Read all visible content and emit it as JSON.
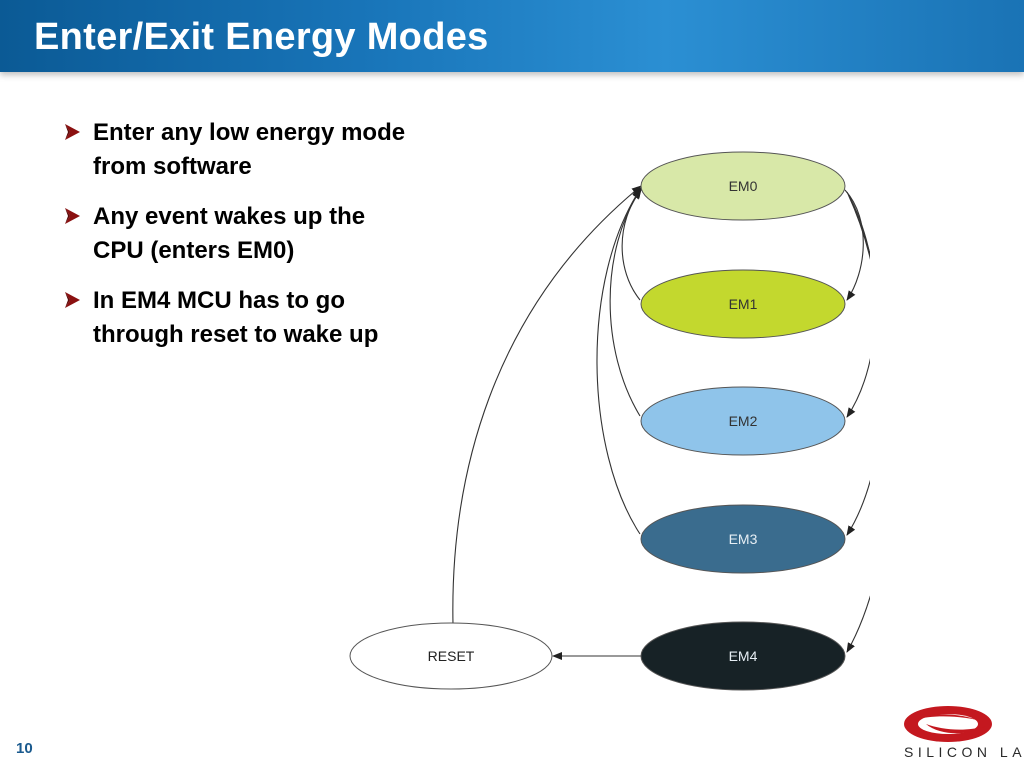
{
  "slide": {
    "title": "Enter/Exit Energy Modes",
    "page_number": "10"
  },
  "bullets": [
    {
      "text": "Enter any low energy mode from software"
    },
    {
      "text": "Any event wakes up the CPU (enters EM0)"
    },
    {
      "text": "In EM4 MCU has to go through reset to wake up"
    }
  ],
  "diagram": {
    "nodes": [
      {
        "id": "em0",
        "label": "EM0",
        "fill": "#d8e8a8",
        "text_color": "#333333"
      },
      {
        "id": "em1",
        "label": "EM1",
        "fill": "#c3d82e",
        "text_color": "#333333"
      },
      {
        "id": "em2",
        "label": "EM2",
        "fill": "#8fc4ea",
        "text_color": "#333333"
      },
      {
        "id": "em3",
        "label": "EM3",
        "fill": "#3a6c8e",
        "text_color": "#e6eef4"
      },
      {
        "id": "em4",
        "label": "EM4",
        "fill": "#172226",
        "text_color": "#e6eef4"
      },
      {
        "id": "reset",
        "label": "RESET",
        "fill": "#ffffff",
        "text_color": "#222222"
      }
    ]
  },
  "colors": {
    "title_bar": "#1874b8",
    "bullet_arrow": "#8b1010",
    "logo_red": "#c4181f",
    "page_number": "#1a5a8e"
  },
  "logo": {
    "text": "SILICON LABS",
    "icon": "silicon-labs-swirl-icon"
  }
}
